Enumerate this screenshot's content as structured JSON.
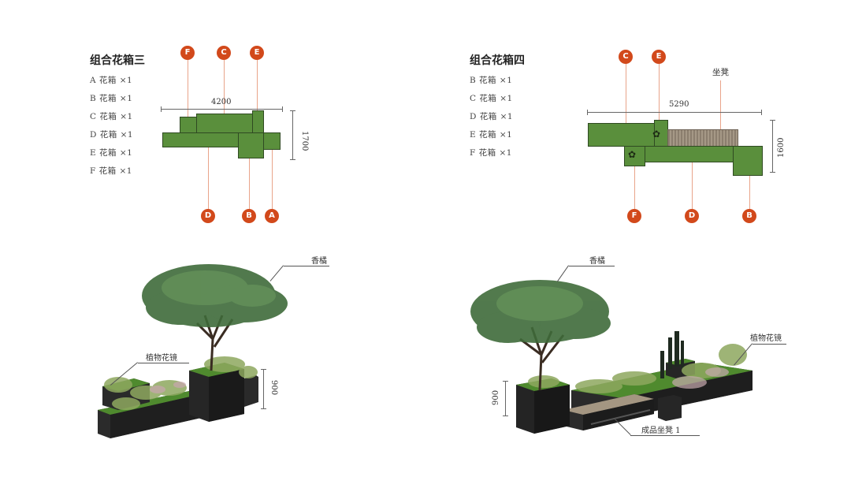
{
  "left": {
    "title": "组合花箱三",
    "items": [
      "A 花箱 ×1",
      "B 花箱 ×1",
      "C 花箱 ×1",
      "D 花箱 ×1",
      "E 花箱 ×1",
      "F 花箱 ×1"
    ],
    "width_dim": "4200",
    "height_dim": "1700",
    "markers_top": [
      "F",
      "C",
      "E"
    ],
    "markers_bottom": [
      "D",
      "B",
      "A"
    ],
    "render": {
      "tree_label": "香橘",
      "plant_label": "植物花镜",
      "height_dim": "900"
    }
  },
  "right": {
    "title": "组合花箱四",
    "items": [
      "B 花箱 ×1",
      "C 花箱 ×1",
      "D 花箱 ×1",
      "E 花箱 ×1",
      "F 花箱 ×1"
    ],
    "width_dim": "5290",
    "height_dim": "1600",
    "bench_label": "坐凳",
    "markers_top": [
      "C",
      "E"
    ],
    "markers_bottom": [
      "F",
      "D",
      "B"
    ],
    "render": {
      "tree_label": "香橘",
      "plant_label": "植物花镜",
      "bench_label": "成品坐凳 1",
      "height_dim": "900"
    }
  },
  "colors": {
    "marker": "#d2491b",
    "planter_green": "#5a8f3c",
    "planter_edge": "#2f4a22",
    "bench_wood": "#9a8d7b",
    "planter_body": "#2a2a2a"
  }
}
